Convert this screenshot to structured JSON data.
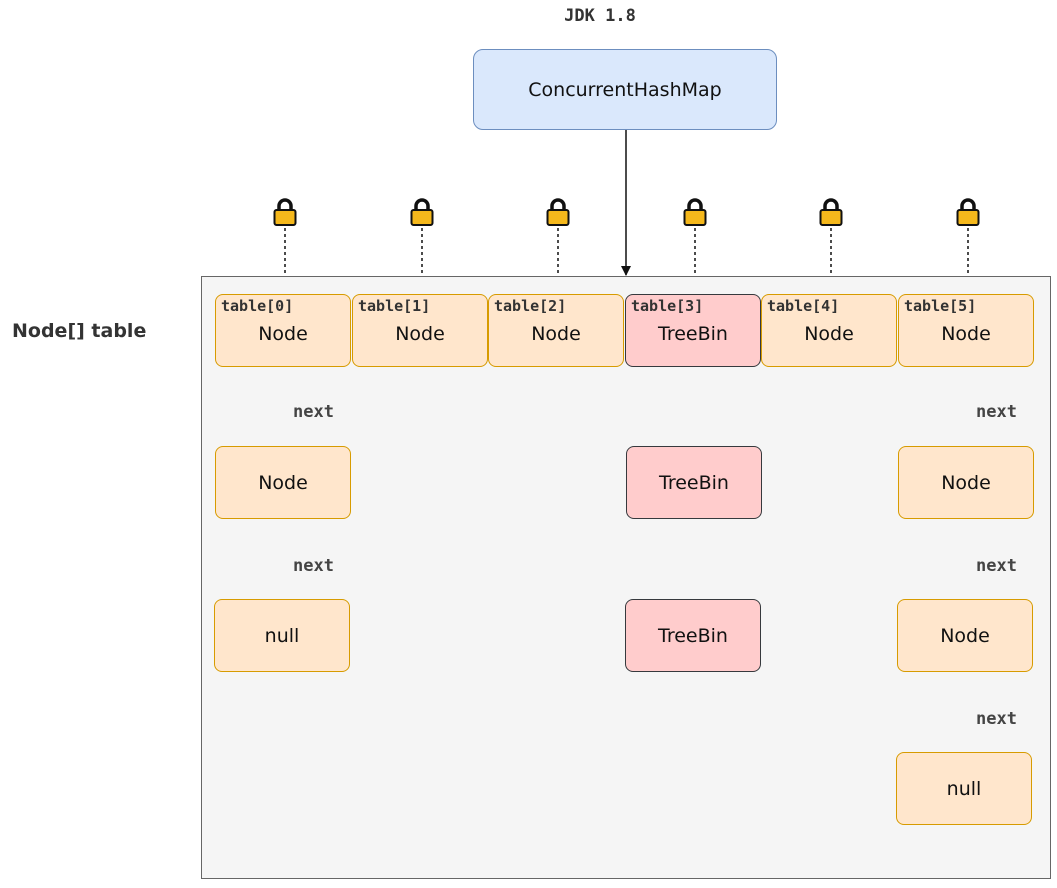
{
  "title": "JDK 1.8",
  "root": {
    "label": "ConcurrentHashMap",
    "fill": "#dae8fc",
    "stroke": "#6c8ebf"
  },
  "array_label": "Node[] table",
  "slots": [
    {
      "index": "table[0]",
      "value": "Node"
    },
    {
      "index": "table[1]",
      "value": "Node"
    },
    {
      "index": "table[2]",
      "value": "Node"
    },
    {
      "index": "table[3]",
      "value": "TreeBin"
    },
    {
      "index": "table[4]",
      "value": "Node"
    },
    {
      "index": "table[5]",
      "value": "Node"
    }
  ],
  "chains": {
    "slot0": [
      "Node",
      "null"
    ],
    "slot3": [
      "TreeBin",
      "TreeBin"
    ],
    "slot5": [
      "Node",
      "Node",
      "null"
    ]
  },
  "edge_label": "next",
  "locks": {
    "count": 6,
    "icon": "lock-icon",
    "body_color": "#f5b81c",
    "shackle_color": "#111111"
  },
  "colors": {
    "node_fill": "#ffe6cc",
    "node_stroke": "#d79b00",
    "treebin_fill": "#ffcccc",
    "container_fill": "#f5f5f5"
  }
}
